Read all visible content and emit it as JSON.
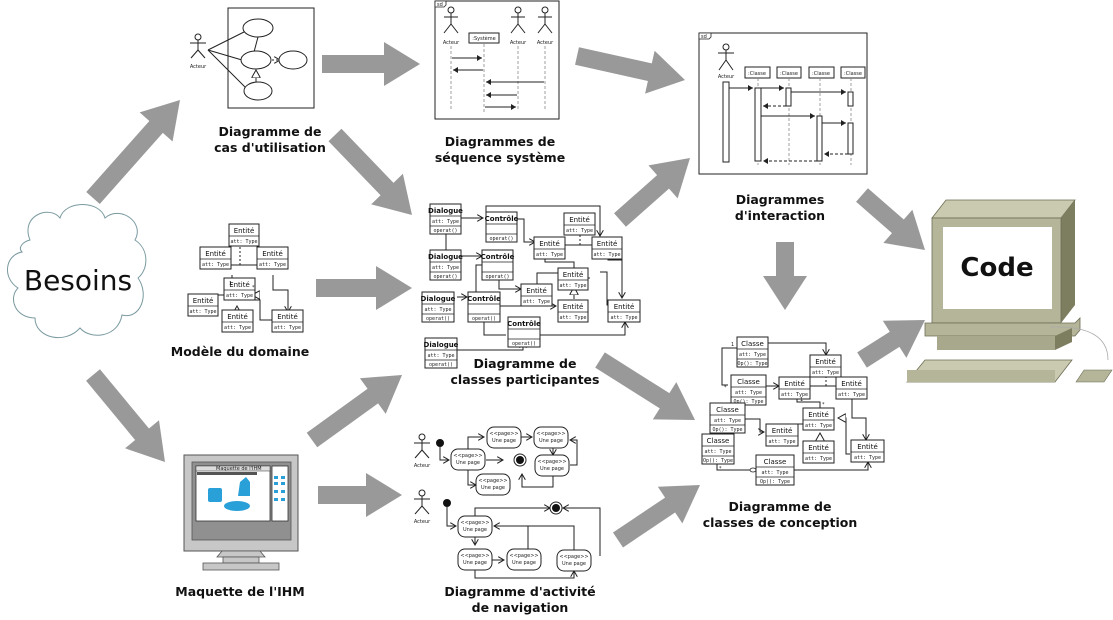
{
  "start": {
    "label": "Besoins"
  },
  "end": {
    "label": "Code"
  },
  "colors": {
    "arrow": "#999999",
    "line": "#222222",
    "cloud_stroke": "#7a9aa0",
    "computer_body": "#b5b59a",
    "computer_dark": "#7d7d60",
    "ihm_blue": "#2aa0d8"
  },
  "nodes": {
    "use_case": {
      "title_lines": [
        "Diagramme de",
        "cas d'utilisation"
      ],
      "actor": "Acteur"
    },
    "system_sequence": {
      "title_lines": [
        "Diagrammes de",
        "séquence système"
      ],
      "frame_tag": "sd",
      "system": ":Système",
      "actors": [
        "Acteur",
        "Acteur",
        "Acteur"
      ]
    },
    "interaction": {
      "title_lines": [
        "Diagrammes",
        "d'interaction"
      ],
      "frame_tag": "sd",
      "actor": "Acteur",
      "lifeline": ":Classe"
    },
    "domain_model": {
      "title_lines": [
        "Modèle du domaine"
      ],
      "entity": "Entité",
      "attribute": "att: Type"
    },
    "participating_classes": {
      "title_lines": [
        "Diagramme de",
        "classes participantes"
      ],
      "dialog": "Dialogue",
      "control": "Contrôle",
      "entity": "Entité",
      "attribute": "att: Type",
      "operation": "operat()"
    },
    "design_classes": {
      "title_lines": [
        "Diagramme de",
        "classes de conception"
      ],
      "class": "Classe",
      "entity": "Entité",
      "attribute": "att: Type",
      "operation": "Op(): Type"
    },
    "ihm_mockup": {
      "title_lines": [
        "Maquette de l'IHM"
      ],
      "window_title": "Maquette de l'IHM"
    },
    "navigation_activity": {
      "title_lines": [
        "Diagramme d'activité",
        "de navigation"
      ],
      "actor": "Acteur",
      "stereotype": "<<page>>",
      "page": "Une page"
    }
  },
  "multiplicities": {
    "one": "1",
    "many": "*"
  }
}
